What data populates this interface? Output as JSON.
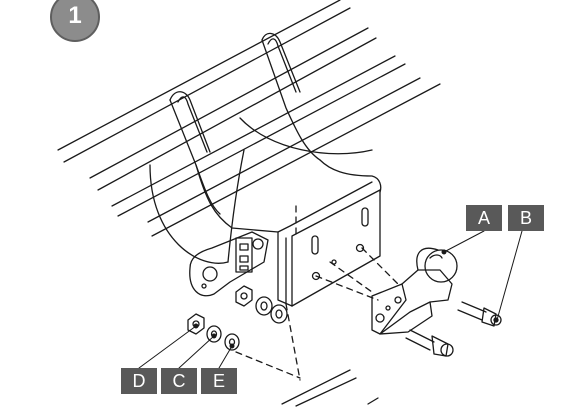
{
  "step": {
    "number": "1"
  },
  "labels": {
    "a": "A",
    "b": "B",
    "c": "C",
    "d": "D",
    "e": "E"
  },
  "colors": {
    "badge_fill": "#8c8c8c",
    "tag_fill": "#595959",
    "line": "#1a1a1a"
  }
}
